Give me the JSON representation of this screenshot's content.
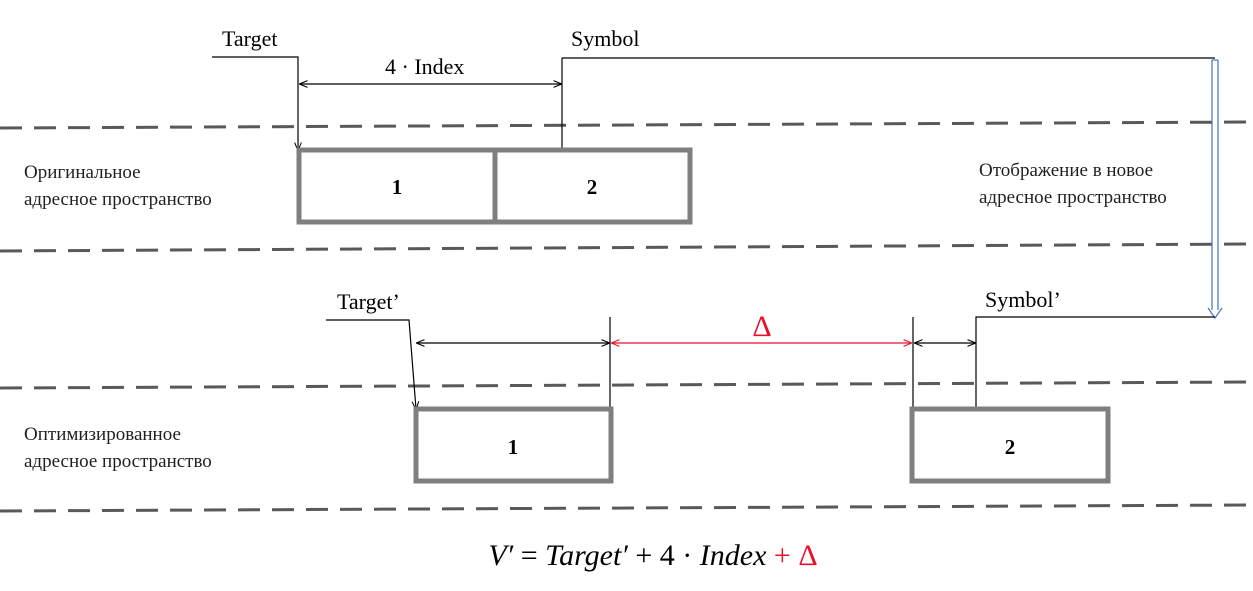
{
  "original": {
    "target_label": "Target",
    "symbol_label": "Symbol",
    "offset_label": "4 · Index",
    "space_label_line1": "Оригинальное",
    "space_label_line2": "адресное пространство",
    "block1": "1",
    "block2": "2"
  },
  "mapping": {
    "label_line1": "Отображение в новое",
    "label_line2": "адресное пространство"
  },
  "optimized": {
    "target_label": "Target’",
    "symbol_label": "Symbol’",
    "delta_label": "Δ",
    "space_label_line1": "Оптимизированное",
    "space_label_line2": "адресное пространство",
    "block1": "1",
    "block2": "2"
  },
  "formula": {
    "lhs": "V′",
    "eq": " = ",
    "target": "Target′",
    "plus1": " + ",
    "four": "4",
    "dot": " · ",
    "index": "Index",
    "plus2": " + ",
    "delta": "Δ"
  },
  "colors": {
    "delta": "#e8112d",
    "block_border": "#7f7f7f",
    "dash": "#595959",
    "mapping_arrow": "#4472c4",
    "line": "#000000"
  }
}
